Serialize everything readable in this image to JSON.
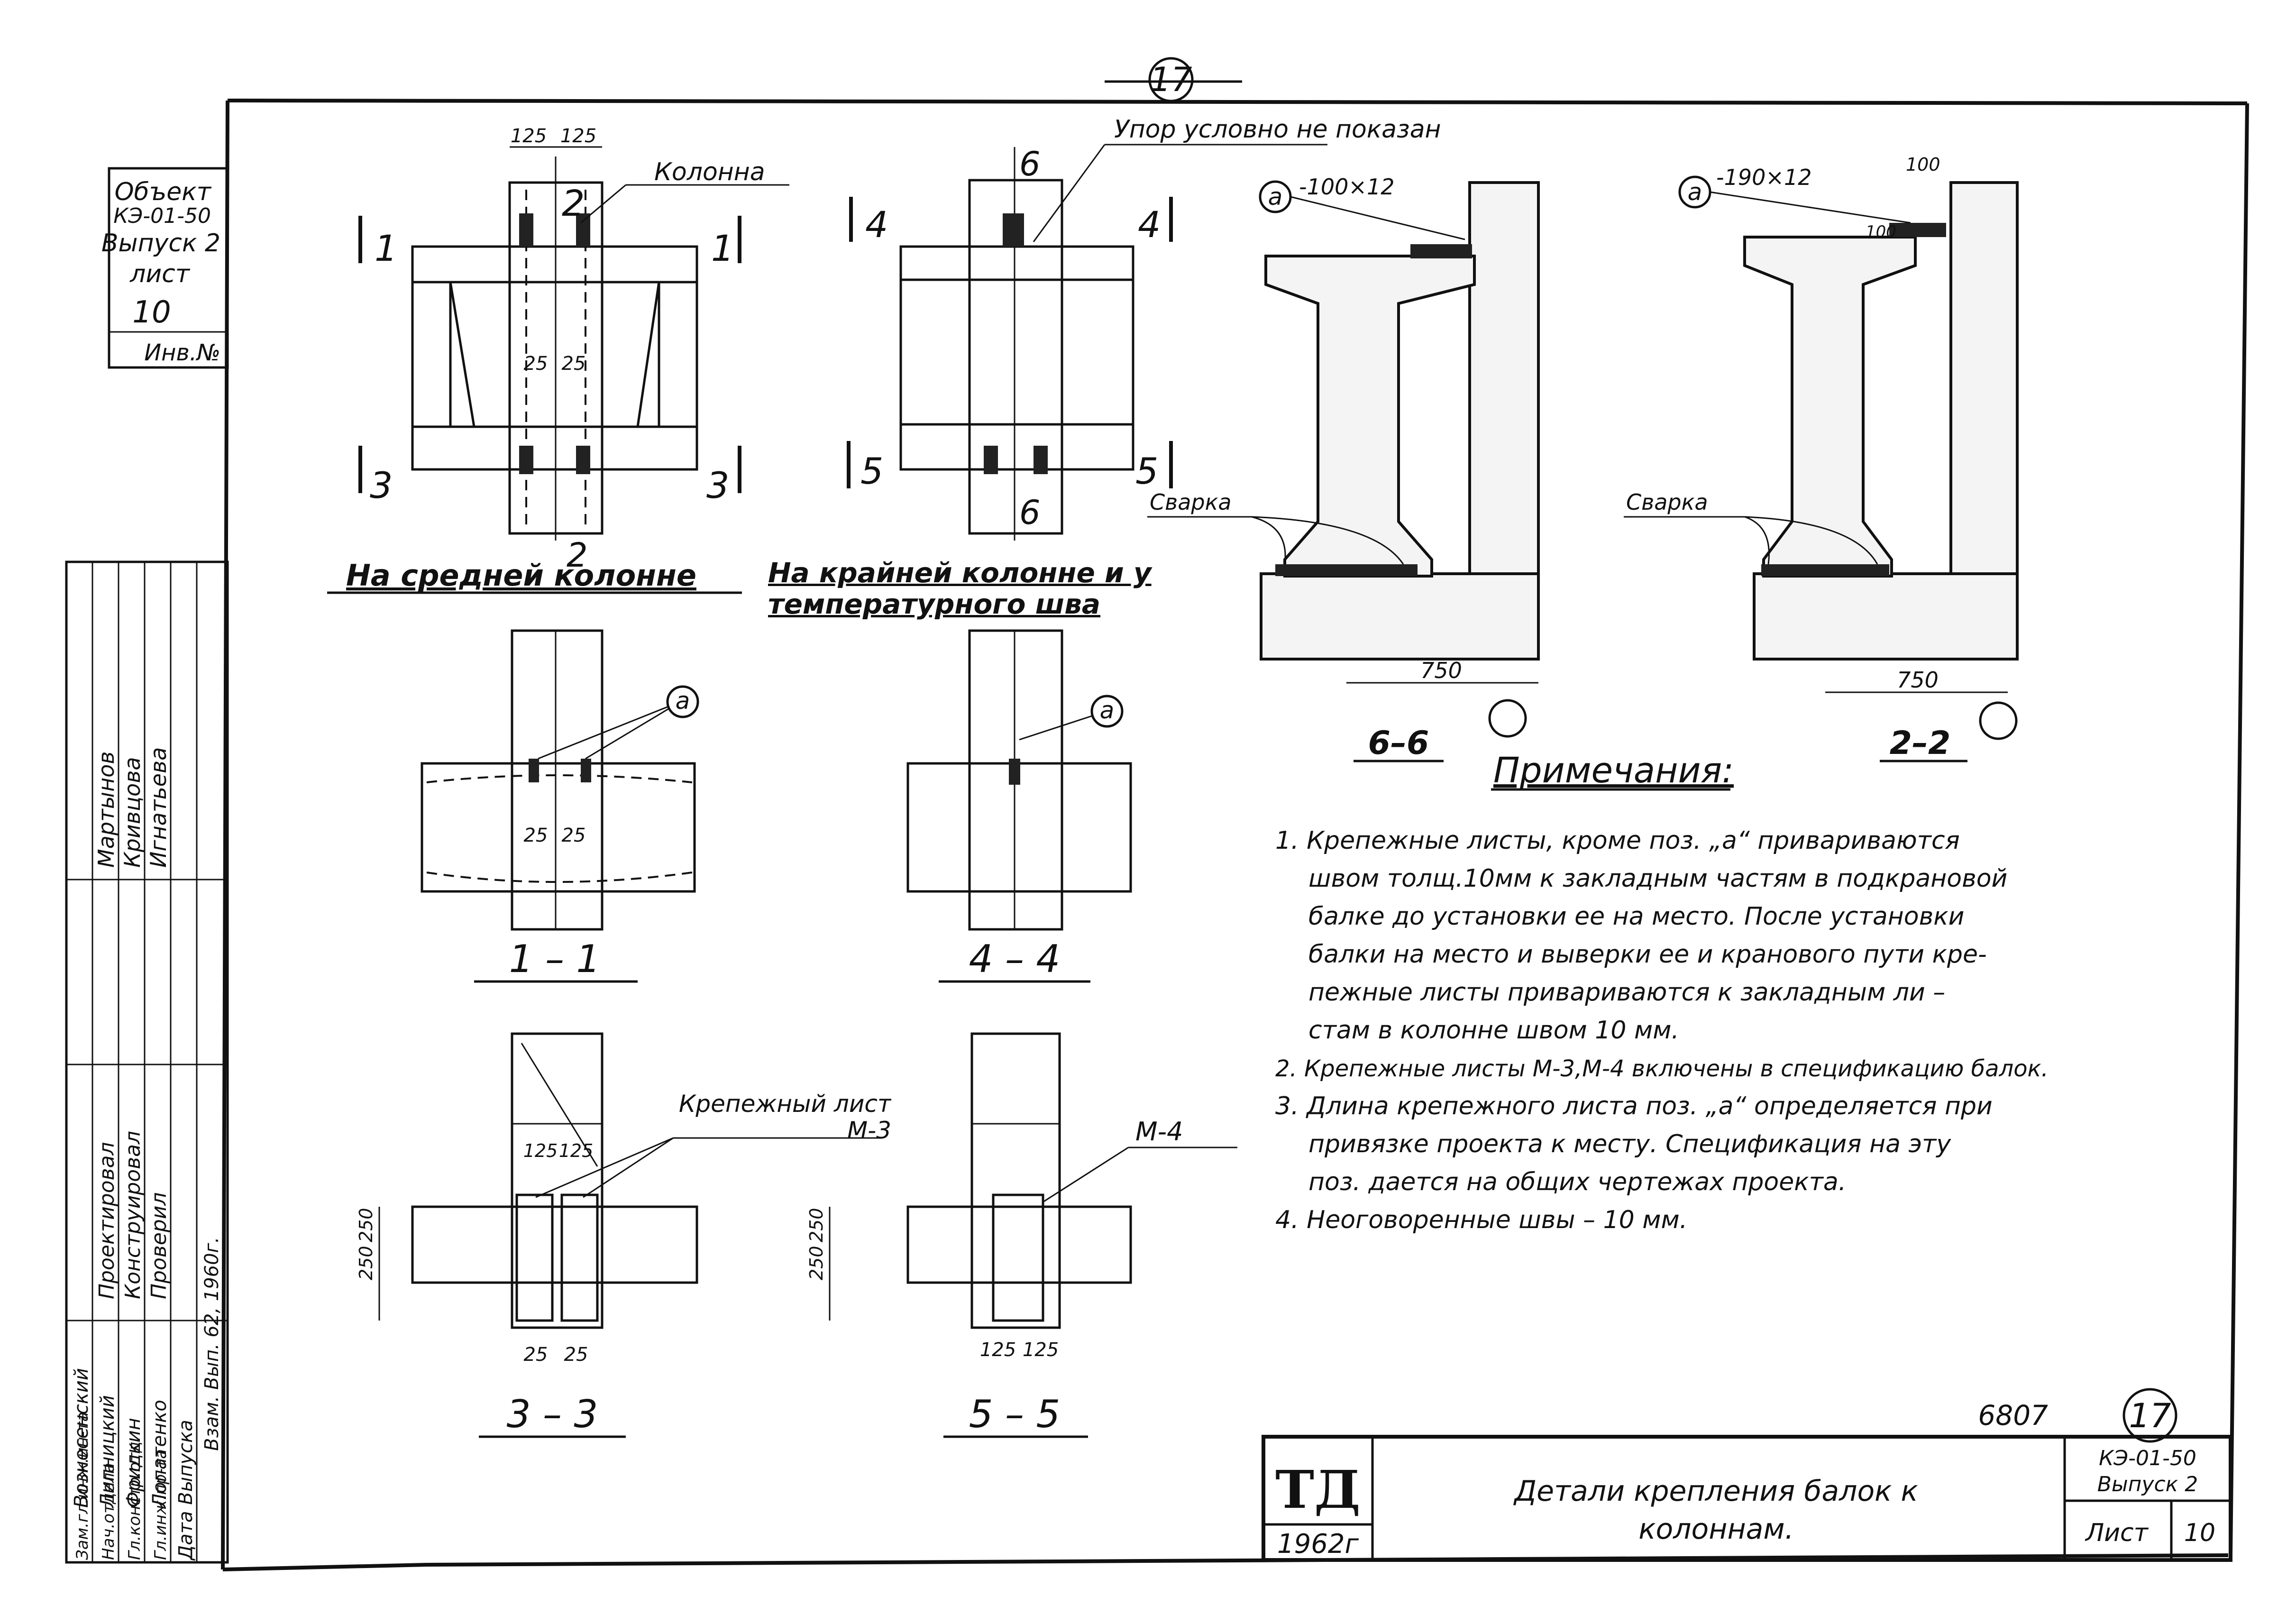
{
  "page_number": "17",
  "stamp_number": "17",
  "doc_number": "6807",
  "side_stamp": {
    "object_label": "Объект",
    "series": "КЭ-01-50",
    "issue": "Выпуск 2",
    "sheet_label": "лист",
    "sheet_no": "10",
    "inv_label": "Инв.№"
  },
  "signatures": {
    "roles_col1": [
      "Проектировал",
      "Конструировал",
      "Проверил"
    ],
    "names_col1": [
      "Мартынов",
      "Кривцова",
      "Игнатьева"
    ],
    "roles_col2": [
      "Вознесенский",
      "Липницкий",
      "Фридкин",
      "Лопатенко"
    ],
    "roles_col3": [
      "Зам.гл.инж.ин-та",
      "Нач.отдела",
      "Гл.констр.отд.",
      "Гл.инж.пр-та"
    ],
    "note": "Взам. Вып. 62, 1960г.",
    "extra": "Дата Выпуска"
  },
  "views": {
    "middle_column": "На средней колонне",
    "edge_column": "На крайней колонне и у температурного шва",
    "column_label": "Колонна",
    "stop_label": "Упор условно не показан",
    "fastening_label": "Крепежный лист М-3",
    "m4_label": "М-4",
    "weld_label": "Сварка",
    "pos_a": "а",
    "plate_a1": "-100×12",
    "plate_a2": "-190×12"
  },
  "dims": {
    "d125": "125",
    "d25": "25",
    "d250": "250",
    "d750": "750",
    "d100": "100"
  },
  "sections": {
    "s11": "1 – 1",
    "s44": "4 – 4",
    "s33": "3 – 3",
    "s55": "5 – 5",
    "s66": "6–6",
    "s22": "2–2"
  },
  "cut_marks": [
    "1",
    "2",
    "3",
    "4",
    "5",
    "6"
  ],
  "notes": {
    "title": "Примечания:",
    "items": [
      "1. Крепежные листы, кроме поз. „а“ привариваются",
      "швом толщ.10мм к закладным частям в подкрановой",
      "балке до установки ее на место. После установки",
      "балки на место и выверки ее и кранового пути кре-",
      "пежные листы привариваются к закладным ли –",
      "стам в колонне швом 10 мм.",
      "2. Крепежные листы М-3,М-4 включены в спецификацию балок.",
      "3. Длина крепежного листа поз. „а“ определяется при",
      "привязке проекта к месту. Спецификация на эту",
      "поз. дается на общих чертежах проекта.",
      "4. Неоговоренные швы – 10 мм."
    ]
  },
  "title_block": {
    "org": "ТД",
    "year": "1962г",
    "title_line1": "Детали крепления балок к",
    "title_line2": "колоннам.",
    "series": "КЭ-01-50",
    "issue": "Выпуск 2",
    "sheet_label": "Лист",
    "sheet_no": "10"
  }
}
